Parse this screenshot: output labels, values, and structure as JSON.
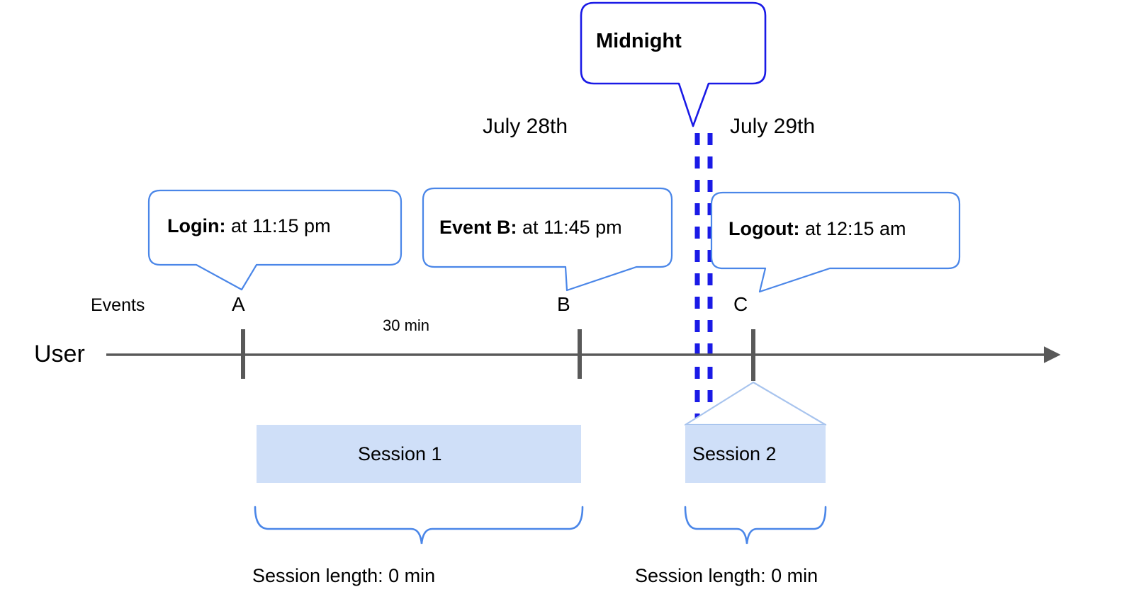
{
  "diagram": {
    "title_callout": {
      "label": "Midnight",
      "border_color": "#1a1ae6"
    },
    "date_labels": [
      {
        "name": "july-28",
        "text": "July 28th"
      },
      {
        "name": "july-29",
        "text": "July 29th"
      }
    ],
    "axis": {
      "row_label": "User",
      "events_label": "Events",
      "line_color": "#595959"
    },
    "event_callouts": [
      {
        "name": "login",
        "bold": "Login:",
        "rest": " at 11:15 pm",
        "marker": "A"
      },
      {
        "name": "event-b",
        "bold": "Event B:",
        "rest": " at 11:45 pm",
        "marker": "B"
      },
      {
        "name": "logout",
        "bold": "Logout:",
        "rest": " at 12:15 am",
        "marker": "C"
      }
    ],
    "markers": [
      {
        "name": "marker-a",
        "label": "A"
      },
      {
        "name": "marker-b",
        "label": "B"
      },
      {
        "name": "marker-c",
        "label": "C"
      }
    ],
    "duration_label": "30 min",
    "sessions": [
      {
        "name": "session-1",
        "label": "Session 1",
        "length_label": "Session length: 0 min"
      },
      {
        "name": "session-2",
        "label": "Session 2",
        "length_label": "Session length: 0 min"
      }
    ],
    "colors": {
      "callout_border": "#4a86e8",
      "midnight_border": "#1a1ae6",
      "session_fill": "#cfdff8",
      "session_tail": "#a8c4ee",
      "axis": "#595959",
      "brace": "#4a86e8",
      "dashed_midnight": "#1a1ae6"
    }
  }
}
